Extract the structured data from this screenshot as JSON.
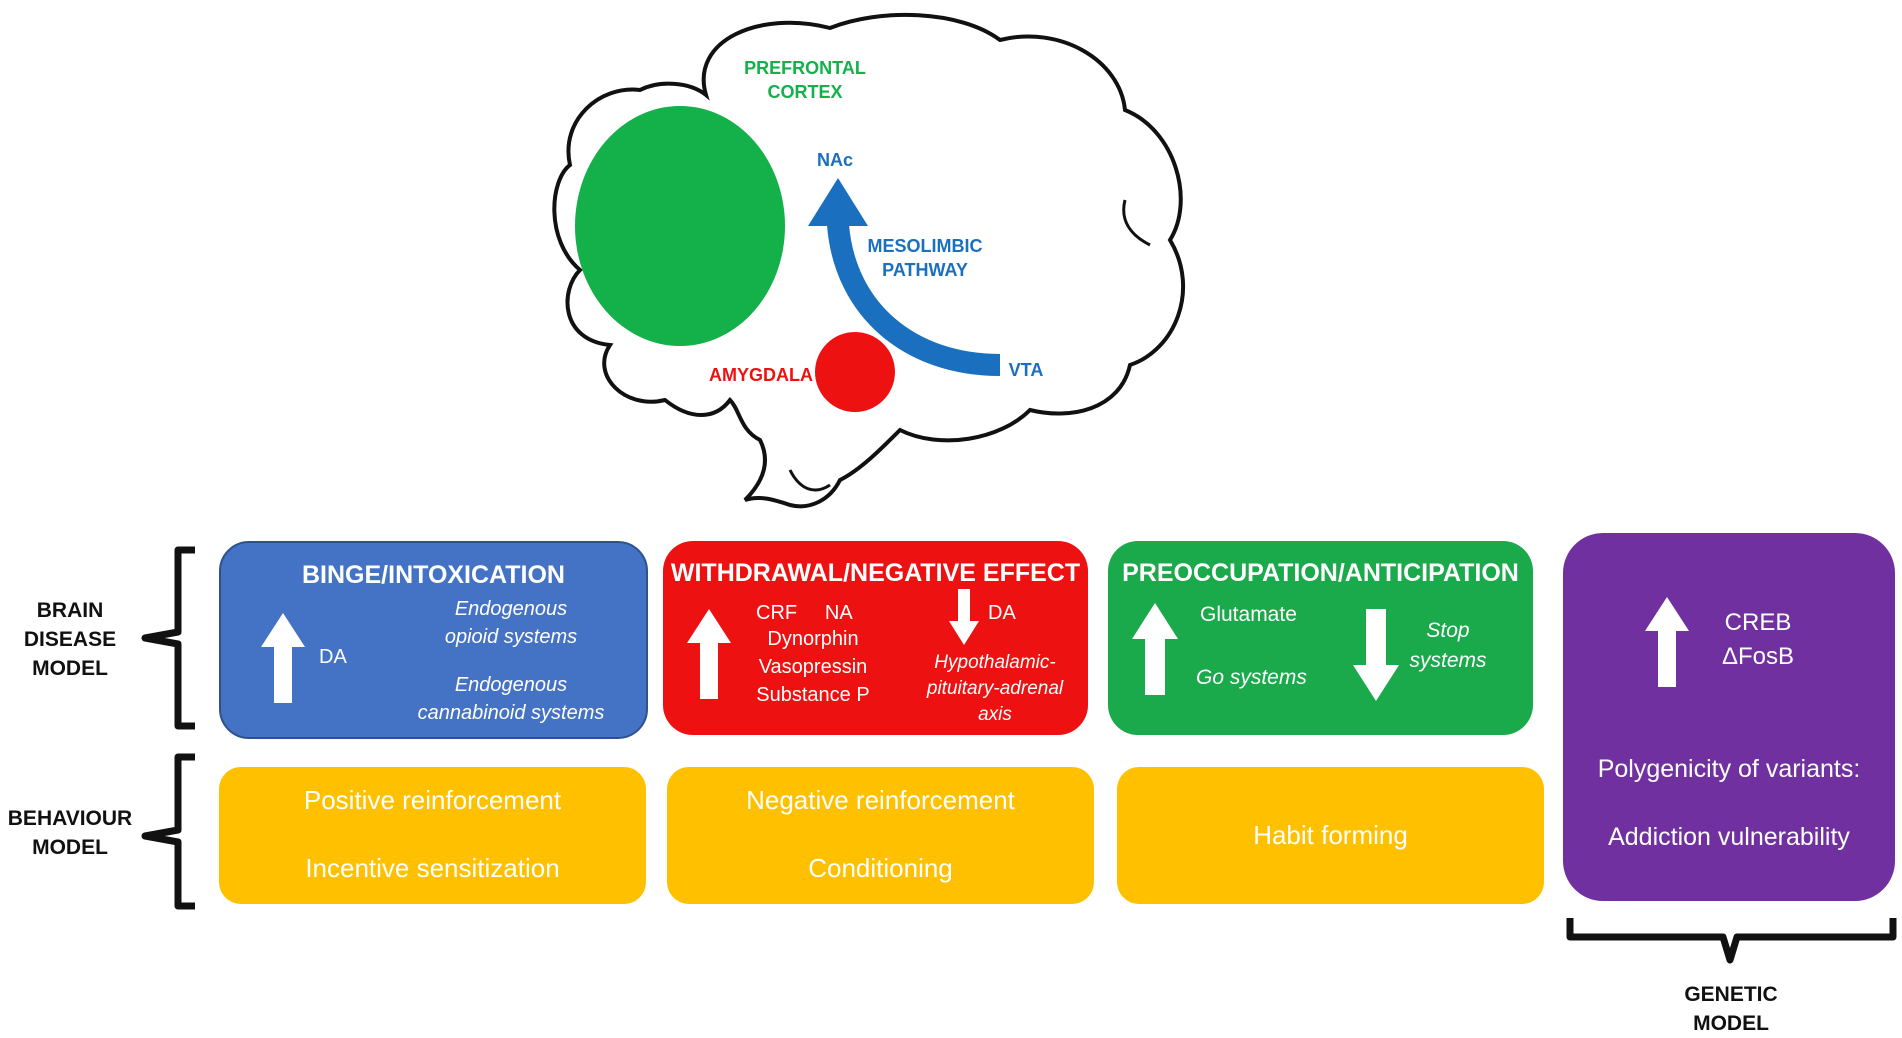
{
  "brain": {
    "prefrontal_label": "PREFRONTAL\nCORTEX",
    "nac_label": "NAc",
    "pathway_label": "MESOLIMBIC\nPATHWAY",
    "vta_label": "VTA",
    "amygdala_label": "AMYGDALA"
  },
  "side_labels": {
    "brain_disease": "BRAIN\nDISEASE\nMODEL",
    "behaviour": "BEHAVIOUR\nMODEL",
    "genetic": "GENETIC\nMODEL"
  },
  "stages": {
    "binge": {
      "title": "BINGE/INTOXICATION",
      "up": "DA",
      "line1": "Endogenous\nopioid systems",
      "line2": "Endogenous\ncannabinoid systems"
    },
    "withdrawal": {
      "title": "WITHDRAWAL/NEGATIVE EFFECT",
      "up_top": "CRF     NA",
      "up_list": "Dynorphin\nVasopressin\nSubstance P",
      "down": "DA",
      "hpa": "Hypothalamic-\npituitary-adrenal\naxis"
    },
    "preoccupation": {
      "title": "PREOCCUPATION/ANTICIPATION",
      "up": "Glutamate",
      "go": "Go systems",
      "stop": "Stop\nsystems"
    },
    "genetic": {
      "up": "CREB\nΔFosB",
      "poly": "Polygenicity of variants:",
      "vuln": "Addiction vulnerability"
    }
  },
  "behaviour": {
    "b1_line1": "Positive reinforcement",
    "b1_line2": "Incentive sensitization",
    "b2_line1": "Negative reinforcement",
    "b2_line2": "Conditioning",
    "b3_line1": "Habit forming"
  },
  "colors": {
    "blue": "#4472c4",
    "red": "#ee1111",
    "green": "#1aaa4b",
    "yellow": "#ffc000",
    "purple": "#7030a0",
    "pathway_blue": "#1a6fbf",
    "pfc_green": "#14b04a",
    "amygdala_red": "#ee1111"
  }
}
